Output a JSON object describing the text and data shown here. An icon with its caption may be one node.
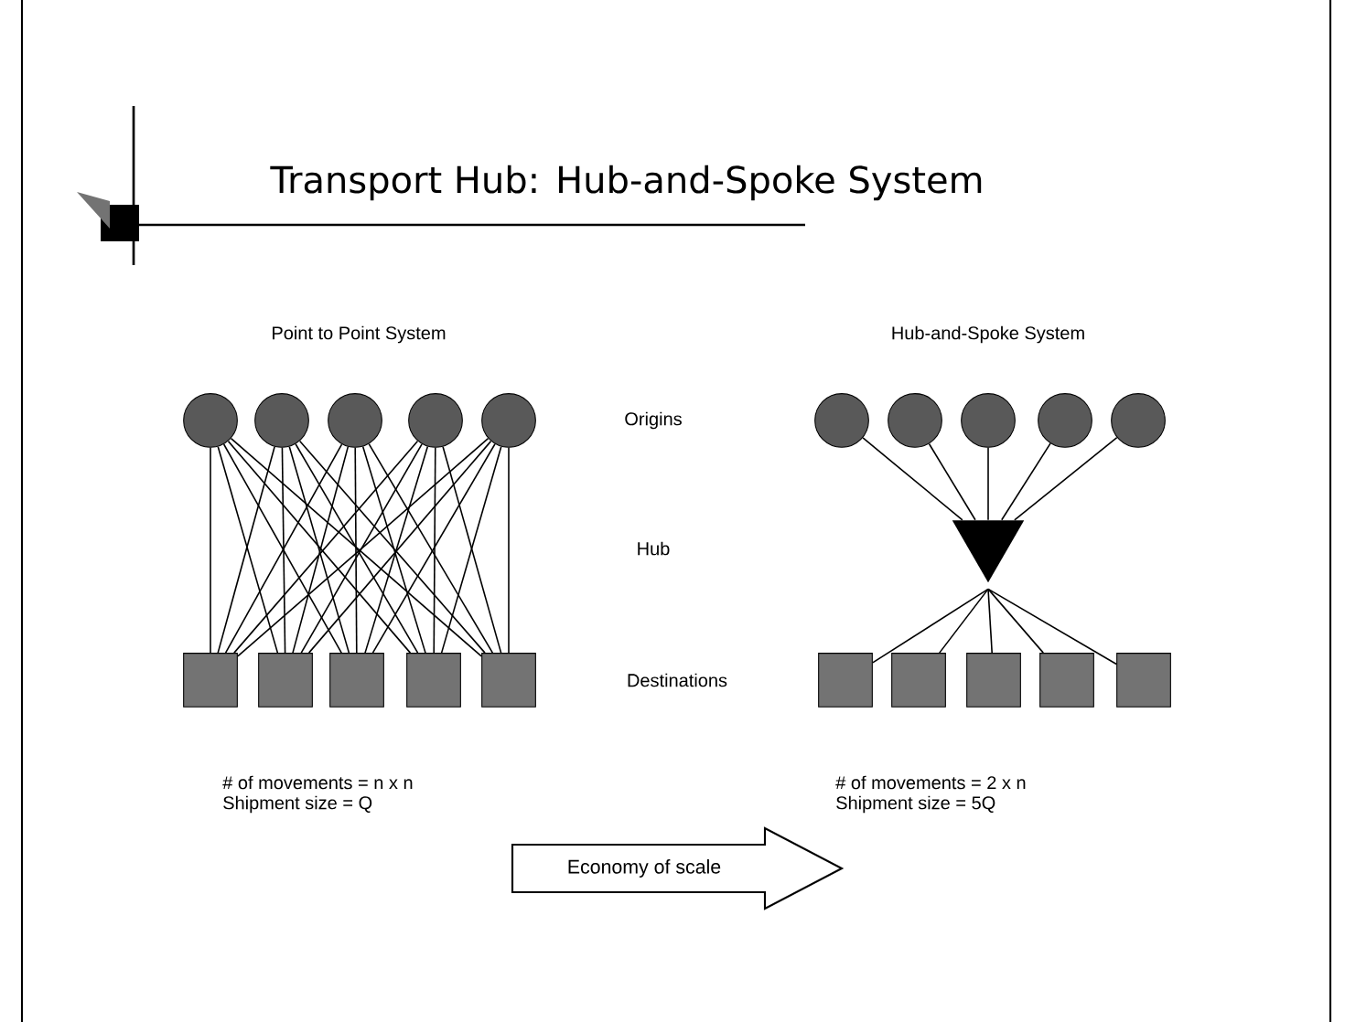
{
  "diagram": {
    "title": "Transport Hub: Hub-and-Spoke System",
    "nodes": [
      {
        "text": [],
        "shape": "circle"
      },
      {
        "text": [],
        "shape": "circle"
      },
      {
        "text": [],
        "shape": "circle"
      },
      {
        "text": [],
        "shape": "circle"
      },
      {
        "text": [],
        "shape": "circle"
      },
      {
        "text": [],
        "shape": "box"
      },
      {
        "text": [],
        "shape": "box"
      },
      {
        "text": [],
        "shape": "box"
      },
      {
        "text": [],
        "shape": "box"
      },
      {
        "text": [],
        "shape": "box"
      },
      {
        "text": [],
        "shape": "circle"
      },
      {
        "text": [],
        "shape": "circle"
      },
      {
        "text": [],
        "shape": "circle"
      },
      {
        "text": [],
        "shape": "circle"
      },
      {
        "text": [],
        "shape": "circle"
      },
      {
        "text": [],
        "shape": "triangle"
      },
      {
        "text": [],
        "shape": "box"
      },
      {
        "text": [],
        "shape": "box"
      },
      {
        "text": [],
        "shape": "box"
      },
      {
        "text": [],
        "shape": "box"
      },
      {
        "text": [],
        "shape": "box"
      },
      {
        "text": [
          "Economy of scale"
        ]
      }
    ],
    "edges": [
      {
        "from": 0,
        "to": 5,
        "arrow": "none"
      },
      {
        "from": 0,
        "to": 6,
        "arrow": "none"
      },
      {
        "from": 0,
        "to": 7,
        "arrow": "none"
      },
      {
        "from": 0,
        "to": 8,
        "arrow": "none"
      },
      {
        "from": 0,
        "to": 9,
        "arrow": "none"
      },
      {
        "from": 1,
        "to": 5,
        "arrow": "none"
      },
      {
        "from": 1,
        "to": 6,
        "arrow": "none"
      },
      {
        "from": 1,
        "to": 7,
        "arrow": "none"
      },
      {
        "from": 1,
        "to": 8,
        "arrow": "none"
      },
      {
        "from": 1,
        "to": 9,
        "arrow": "none"
      },
      {
        "from": 2,
        "to": 5,
        "arrow": "none"
      },
      {
        "from": 2,
        "to": 6,
        "arrow": "none"
      },
      {
        "from": 2,
        "to": 7,
        "arrow": "none"
      },
      {
        "from": 2,
        "to": 8,
        "arrow": "none"
      },
      {
        "from": 2,
        "to": 9,
        "arrow": "none"
      },
      {
        "from": 3,
        "to": 5,
        "arrow": "none"
      },
      {
        "from": 3,
        "to": 6,
        "arrow": "none"
      },
      {
        "from": 3,
        "to": 7,
        "arrow": "none"
      },
      {
        "from": 3,
        "to": 8,
        "arrow": "none"
      },
      {
        "from": 3,
        "to": 9,
        "arrow": "none"
      },
      {
        "from": 4,
        "to": 5,
        "arrow": "none"
      },
      {
        "from": 4,
        "to": 6,
        "arrow": "none"
      },
      {
        "from": 4,
        "to": 7,
        "arrow": "none"
      },
      {
        "from": 4,
        "to": 8,
        "arrow": "none"
      },
      {
        "from": 4,
        "to": 9,
        "arrow": "none"
      },
      {
        "from": 10,
        "to": 15,
        "arrow": "none"
      },
      {
        "from": 11,
        "to": 15,
        "arrow": "none"
      },
      {
        "from": 12,
        "to": 15,
        "arrow": "none"
      },
      {
        "from": 13,
        "to": 15,
        "arrow": "none"
      },
      {
        "from": 14,
        "to": 15,
        "arrow": "none"
      },
      {
        "from": 15,
        "to": 16,
        "arrow": "none"
      },
      {
        "from": 15,
        "to": 17,
        "arrow": "none"
      },
      {
        "from": 15,
        "to": 18,
        "arrow": "none"
      },
      {
        "from": 15,
        "to": 19,
        "arrow": "none"
      },
      {
        "from": 15,
        "to": 20,
        "arrow": "none"
      }
    ],
    "labels": [
      "Point to Point System",
      "Hub-and-Spoke System",
      "Origins",
      "Hub",
      "Destinations",
      "# of movements = n x n",
      "Shipment size = Q",
      "# of movements = 2 x n",
      "Shipment size = 5Q"
    ]
  }
}
